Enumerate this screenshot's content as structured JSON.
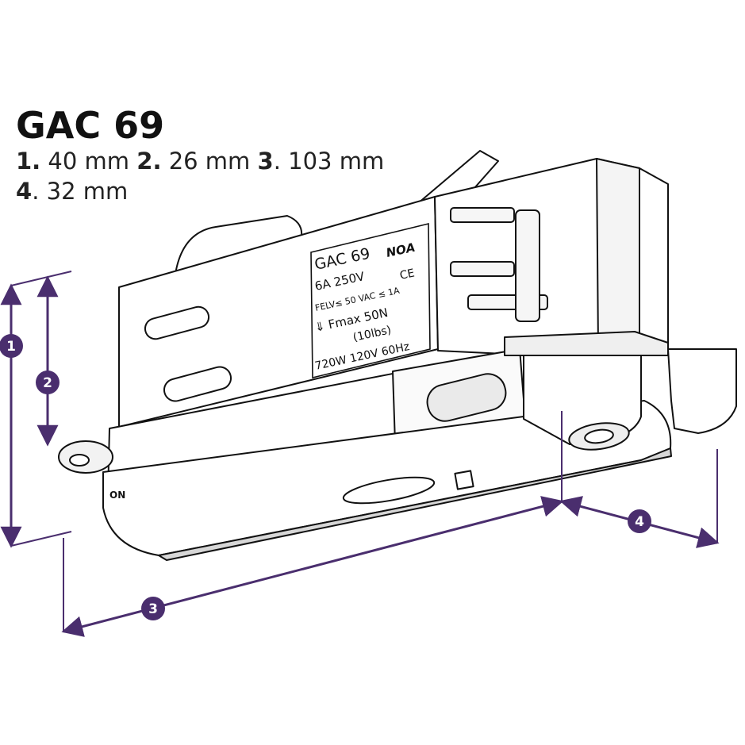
{
  "title": "GAC 69",
  "dimensions": [
    {
      "num": "1.",
      "value": "40 mm"
    },
    {
      "num": "2.",
      "value": "26 mm"
    },
    {
      "num": "3",
      "value": ". 103 mm"
    },
    {
      "num": "4",
      "value": ". 32 mm"
    }
  ],
  "markers": [
    "1",
    "2",
    "3",
    "4"
  ],
  "label_plate": {
    "model": "GAC 69",
    "brand": "NOA",
    "rating": "6A  250V",
    "felv": "FELV≤ 50 VAC ≤ 1A",
    "fmax": "⇓ Fmax  50N",
    "fmax_lbs": "(10lbs)",
    "power": "720W  120V  60Hz",
    "marks": "CE"
  },
  "switch_label": "ON",
  "colors": {
    "accent": "#4a2e6e",
    "outline": "#111111",
    "shading": "#d7d7d7"
  }
}
